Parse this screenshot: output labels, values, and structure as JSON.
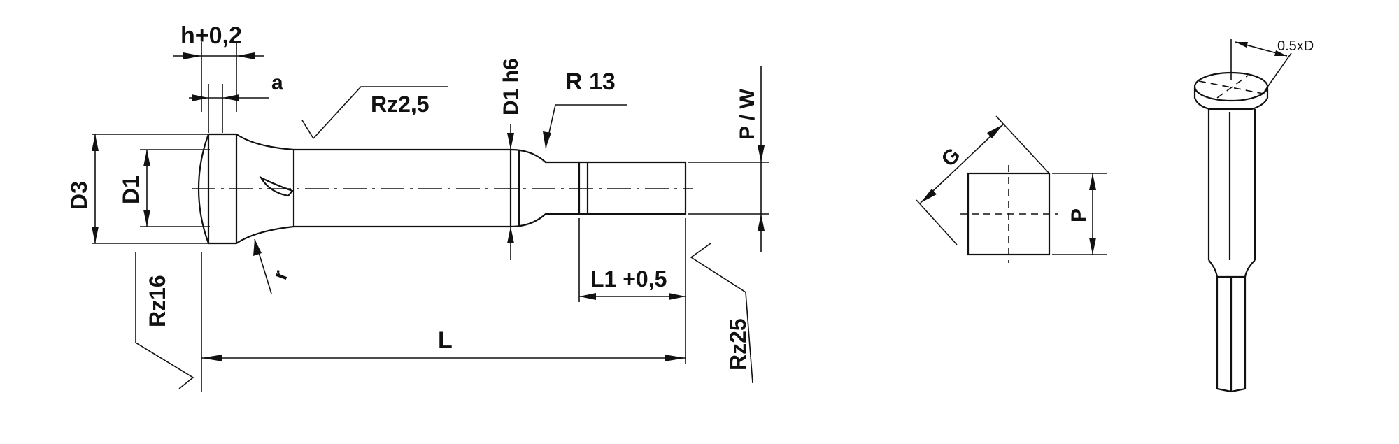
{
  "labels": {
    "h_tol": "h+0,2",
    "a": "a",
    "rz_shank": "Rz2,5",
    "d1_h6": "D1 h6",
    "r13": "R  13",
    "p_w": "P / W",
    "d3": "D3",
    "d1": "D1",
    "r": "r",
    "rz16": "Rz16",
    "l1": "L1 +0,5",
    "l": "L",
    "rz25": "Rz25",
    "g": "G",
    "p": "P",
    "half_d": "0.5xD"
  }
}
